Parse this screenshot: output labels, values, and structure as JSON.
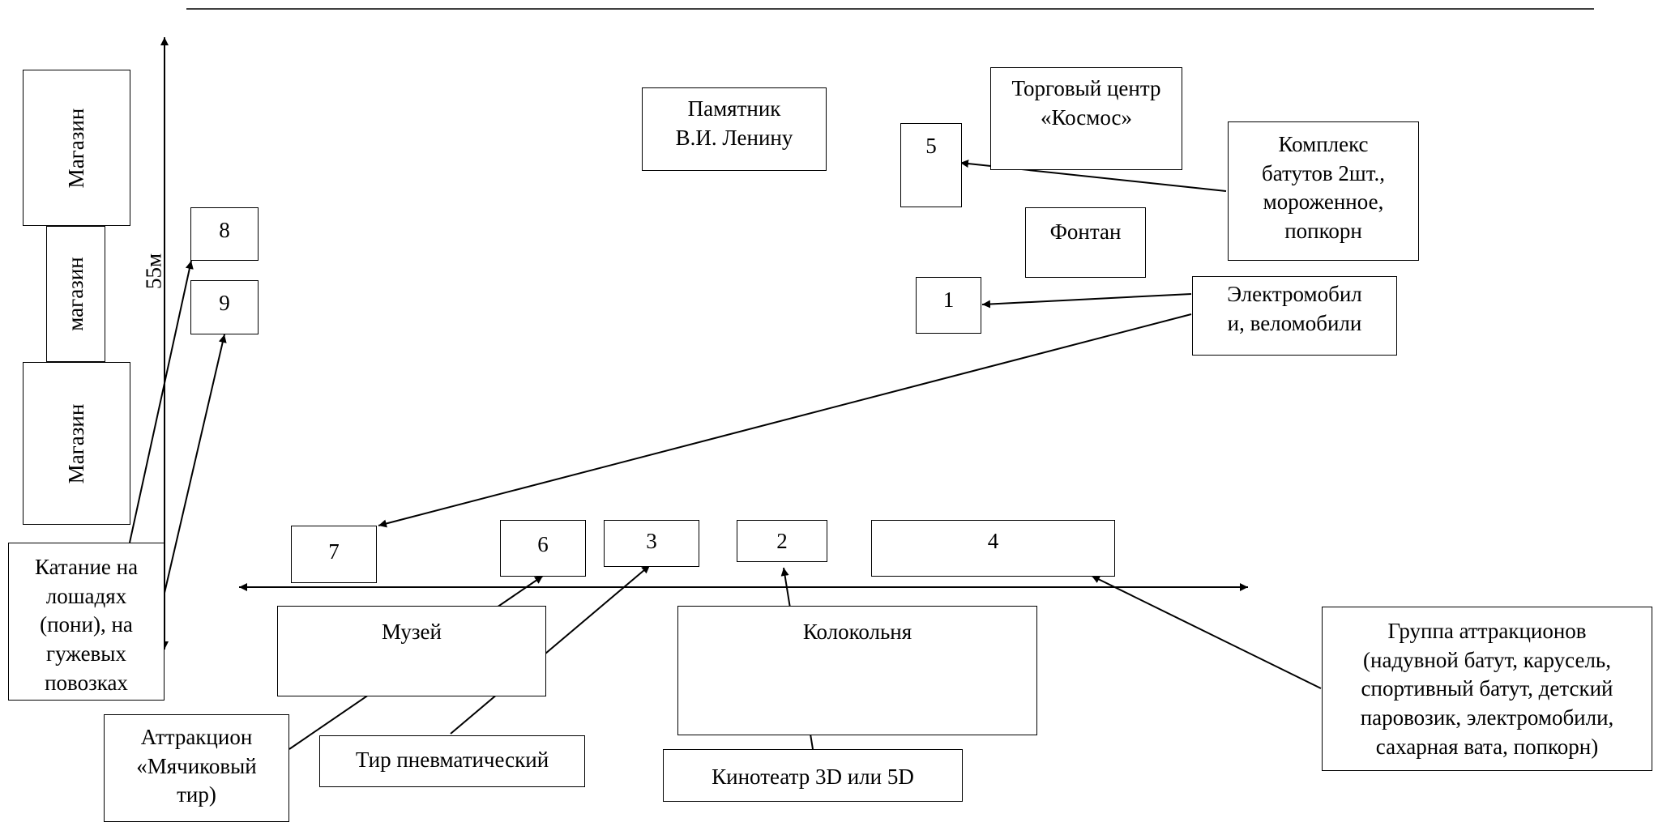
{
  "shops": [
    "Магазин",
    "магазин",
    "Магазин"
  ],
  "distance_label": "55м",
  "monument": "Памятник\nВ.И. Ленину",
  "mall": "Торговый центр\n«Космос»",
  "trampolines": "Комплекс\nбатутов 2шт.,\nмороженное,\nпопкорн",
  "fountain": "Фонтан",
  "electromobiles": "Электромобил\nи, веломобили",
  "museum": "Музей",
  "bell_tower": "Колокольня",
  "horse_riding": "Катание на\nлошадях\n(пони), на\nгужевых\nповозках",
  "ball_shooting": "Аттракцион\n«Мячиковый\nтир)",
  "air_gun": "Тир пневматический",
  "cinema": "Кинотеатр 3D или 5D",
  "attractions_group": "Группа аттракционов\n(надувной батут, карусель,\nспортивный батут, детский\nпаровозик, электромобили,\nсахарная вата, попкорн)",
  "spots": {
    "s1": "1",
    "s2": "2",
    "s3": "3",
    "s4": "4",
    "s5": "5",
    "s6": "6",
    "s7": "7",
    "s8": "8",
    "s9": "9"
  }
}
